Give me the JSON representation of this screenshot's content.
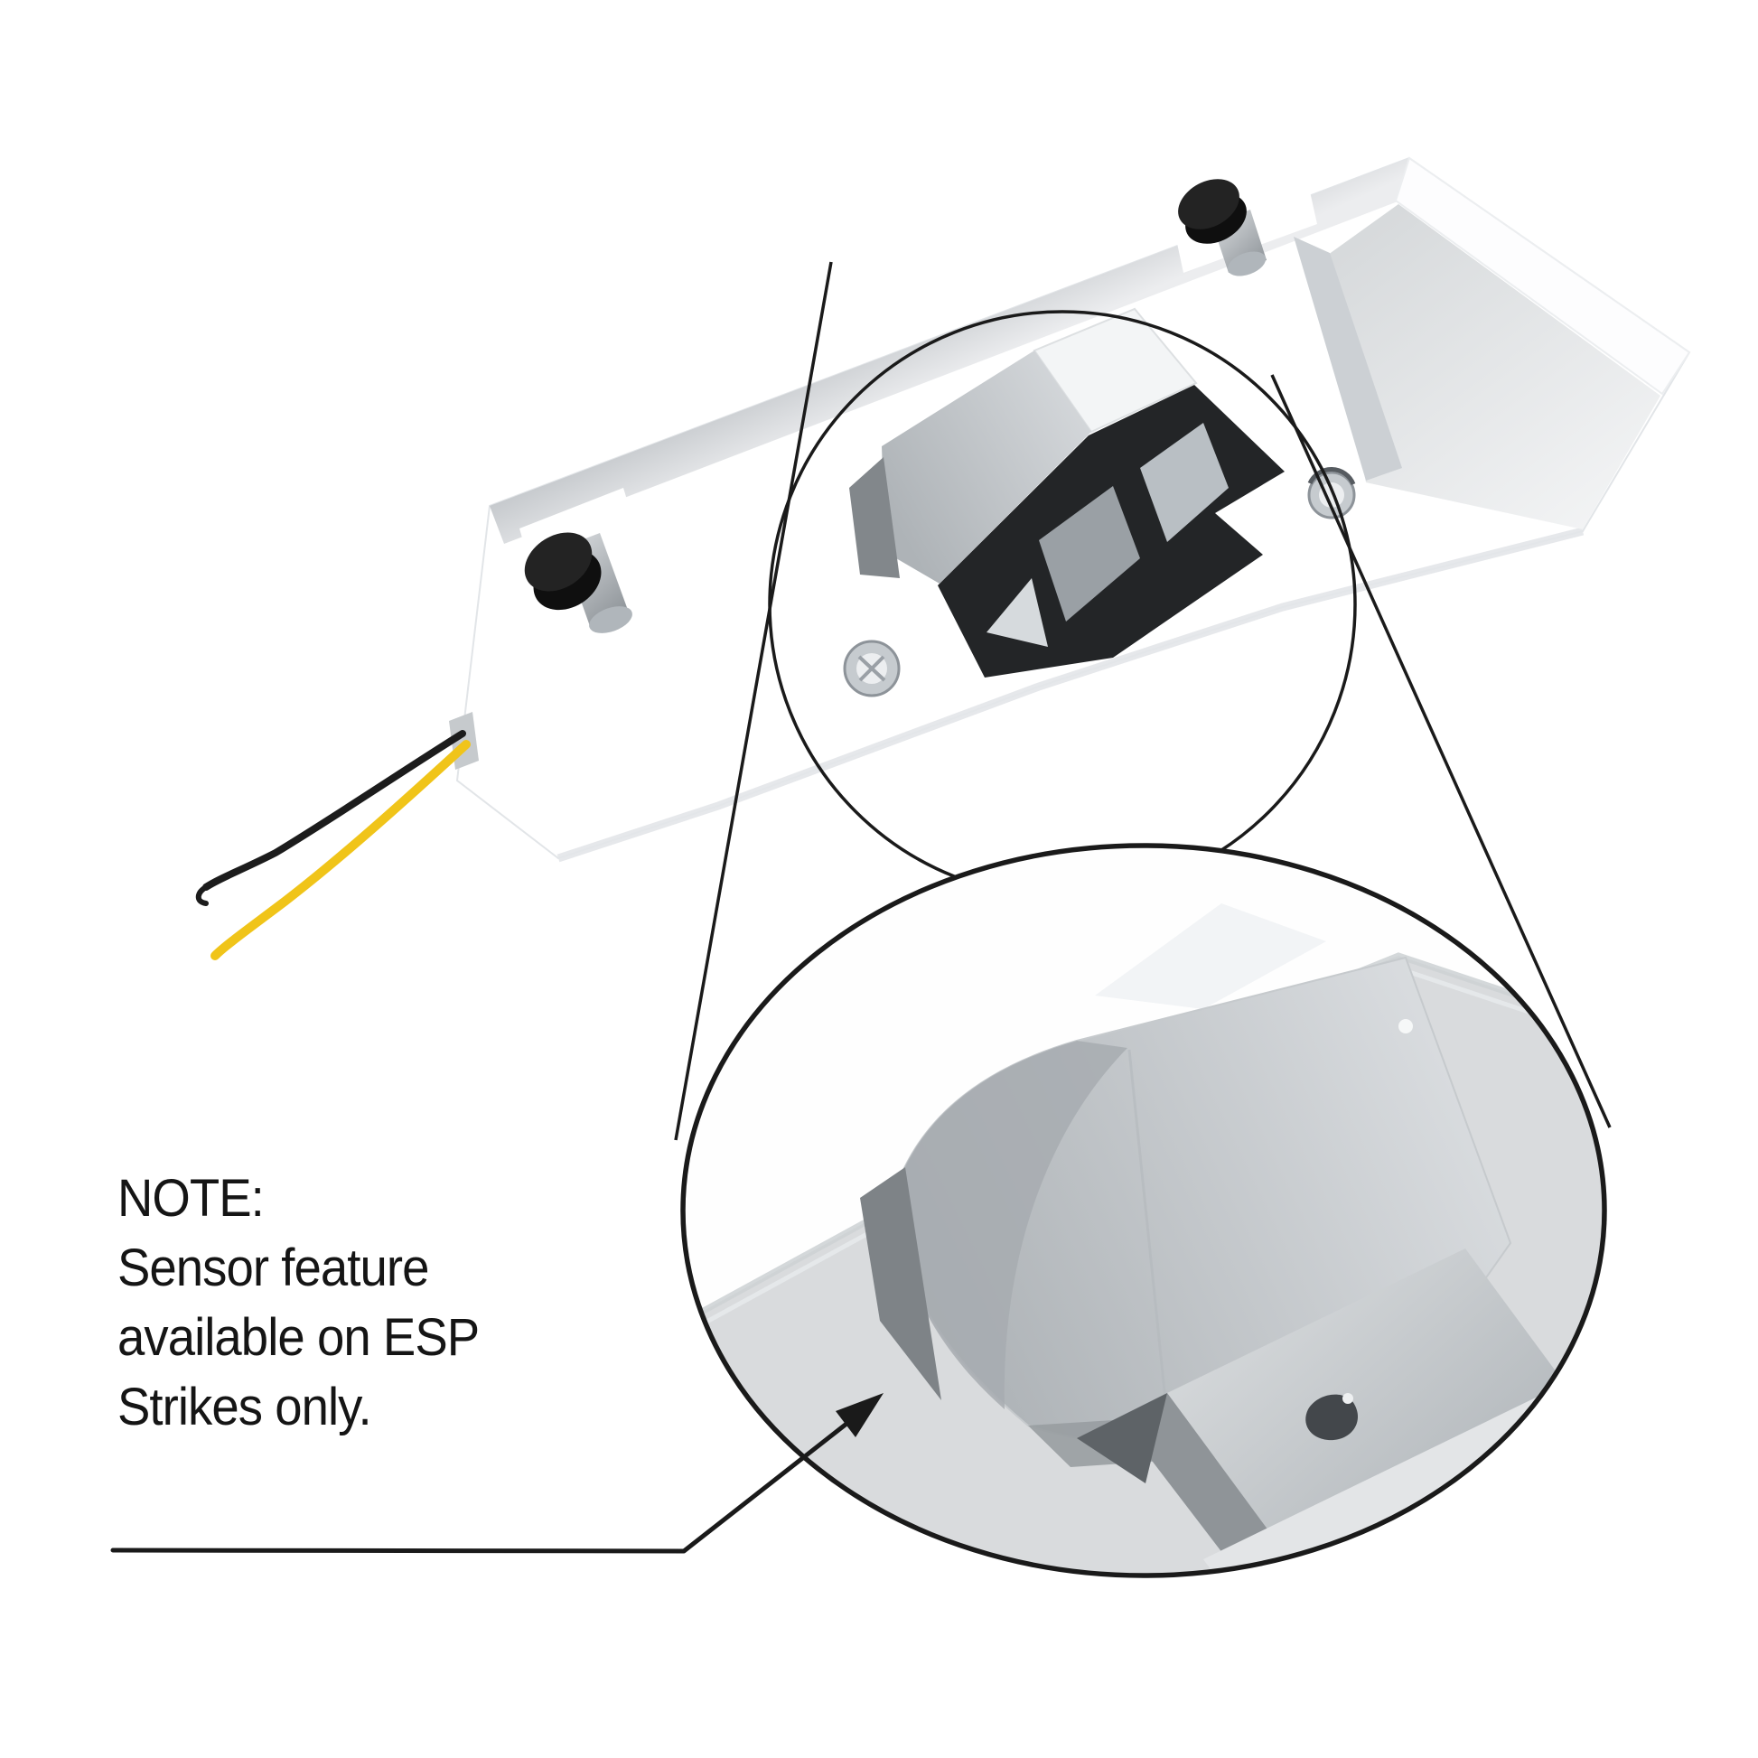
{
  "note": {
    "title": "NOTE:",
    "lines": [
      "Sensor feature",
      "available on ESP",
      "Strikes only."
    ]
  },
  "diagram": {
    "type": "technical-illustration",
    "subject": "electric-strike-underside-with-magnified-sensor-detail",
    "parts": [
      "strike-body-bar",
      "end-cap-block",
      "keeper-latch-plate",
      "latch-cavity",
      "sensor-magnet-left",
      "sensor-magnet-right",
      "mounting-screw-left",
      "mounting-screw-right",
      "wire-yellow",
      "wire-black",
      "magnifier-source-ring",
      "magnifier-detail-circle",
      "note-leader-arrow"
    ]
  },
  "colors": {
    "background": "#ffffff",
    "line": "#1a1a1a",
    "magnifier_fill": "#d9dbdd",
    "wire_yellow": "#f0c419",
    "wire_black": "#1c1c1c",
    "sensor_black": "#232323",
    "metal_light": "#e6e8ea",
    "metal_mid": "#c3c7cb",
    "metal_dark": "#8f959a"
  }
}
